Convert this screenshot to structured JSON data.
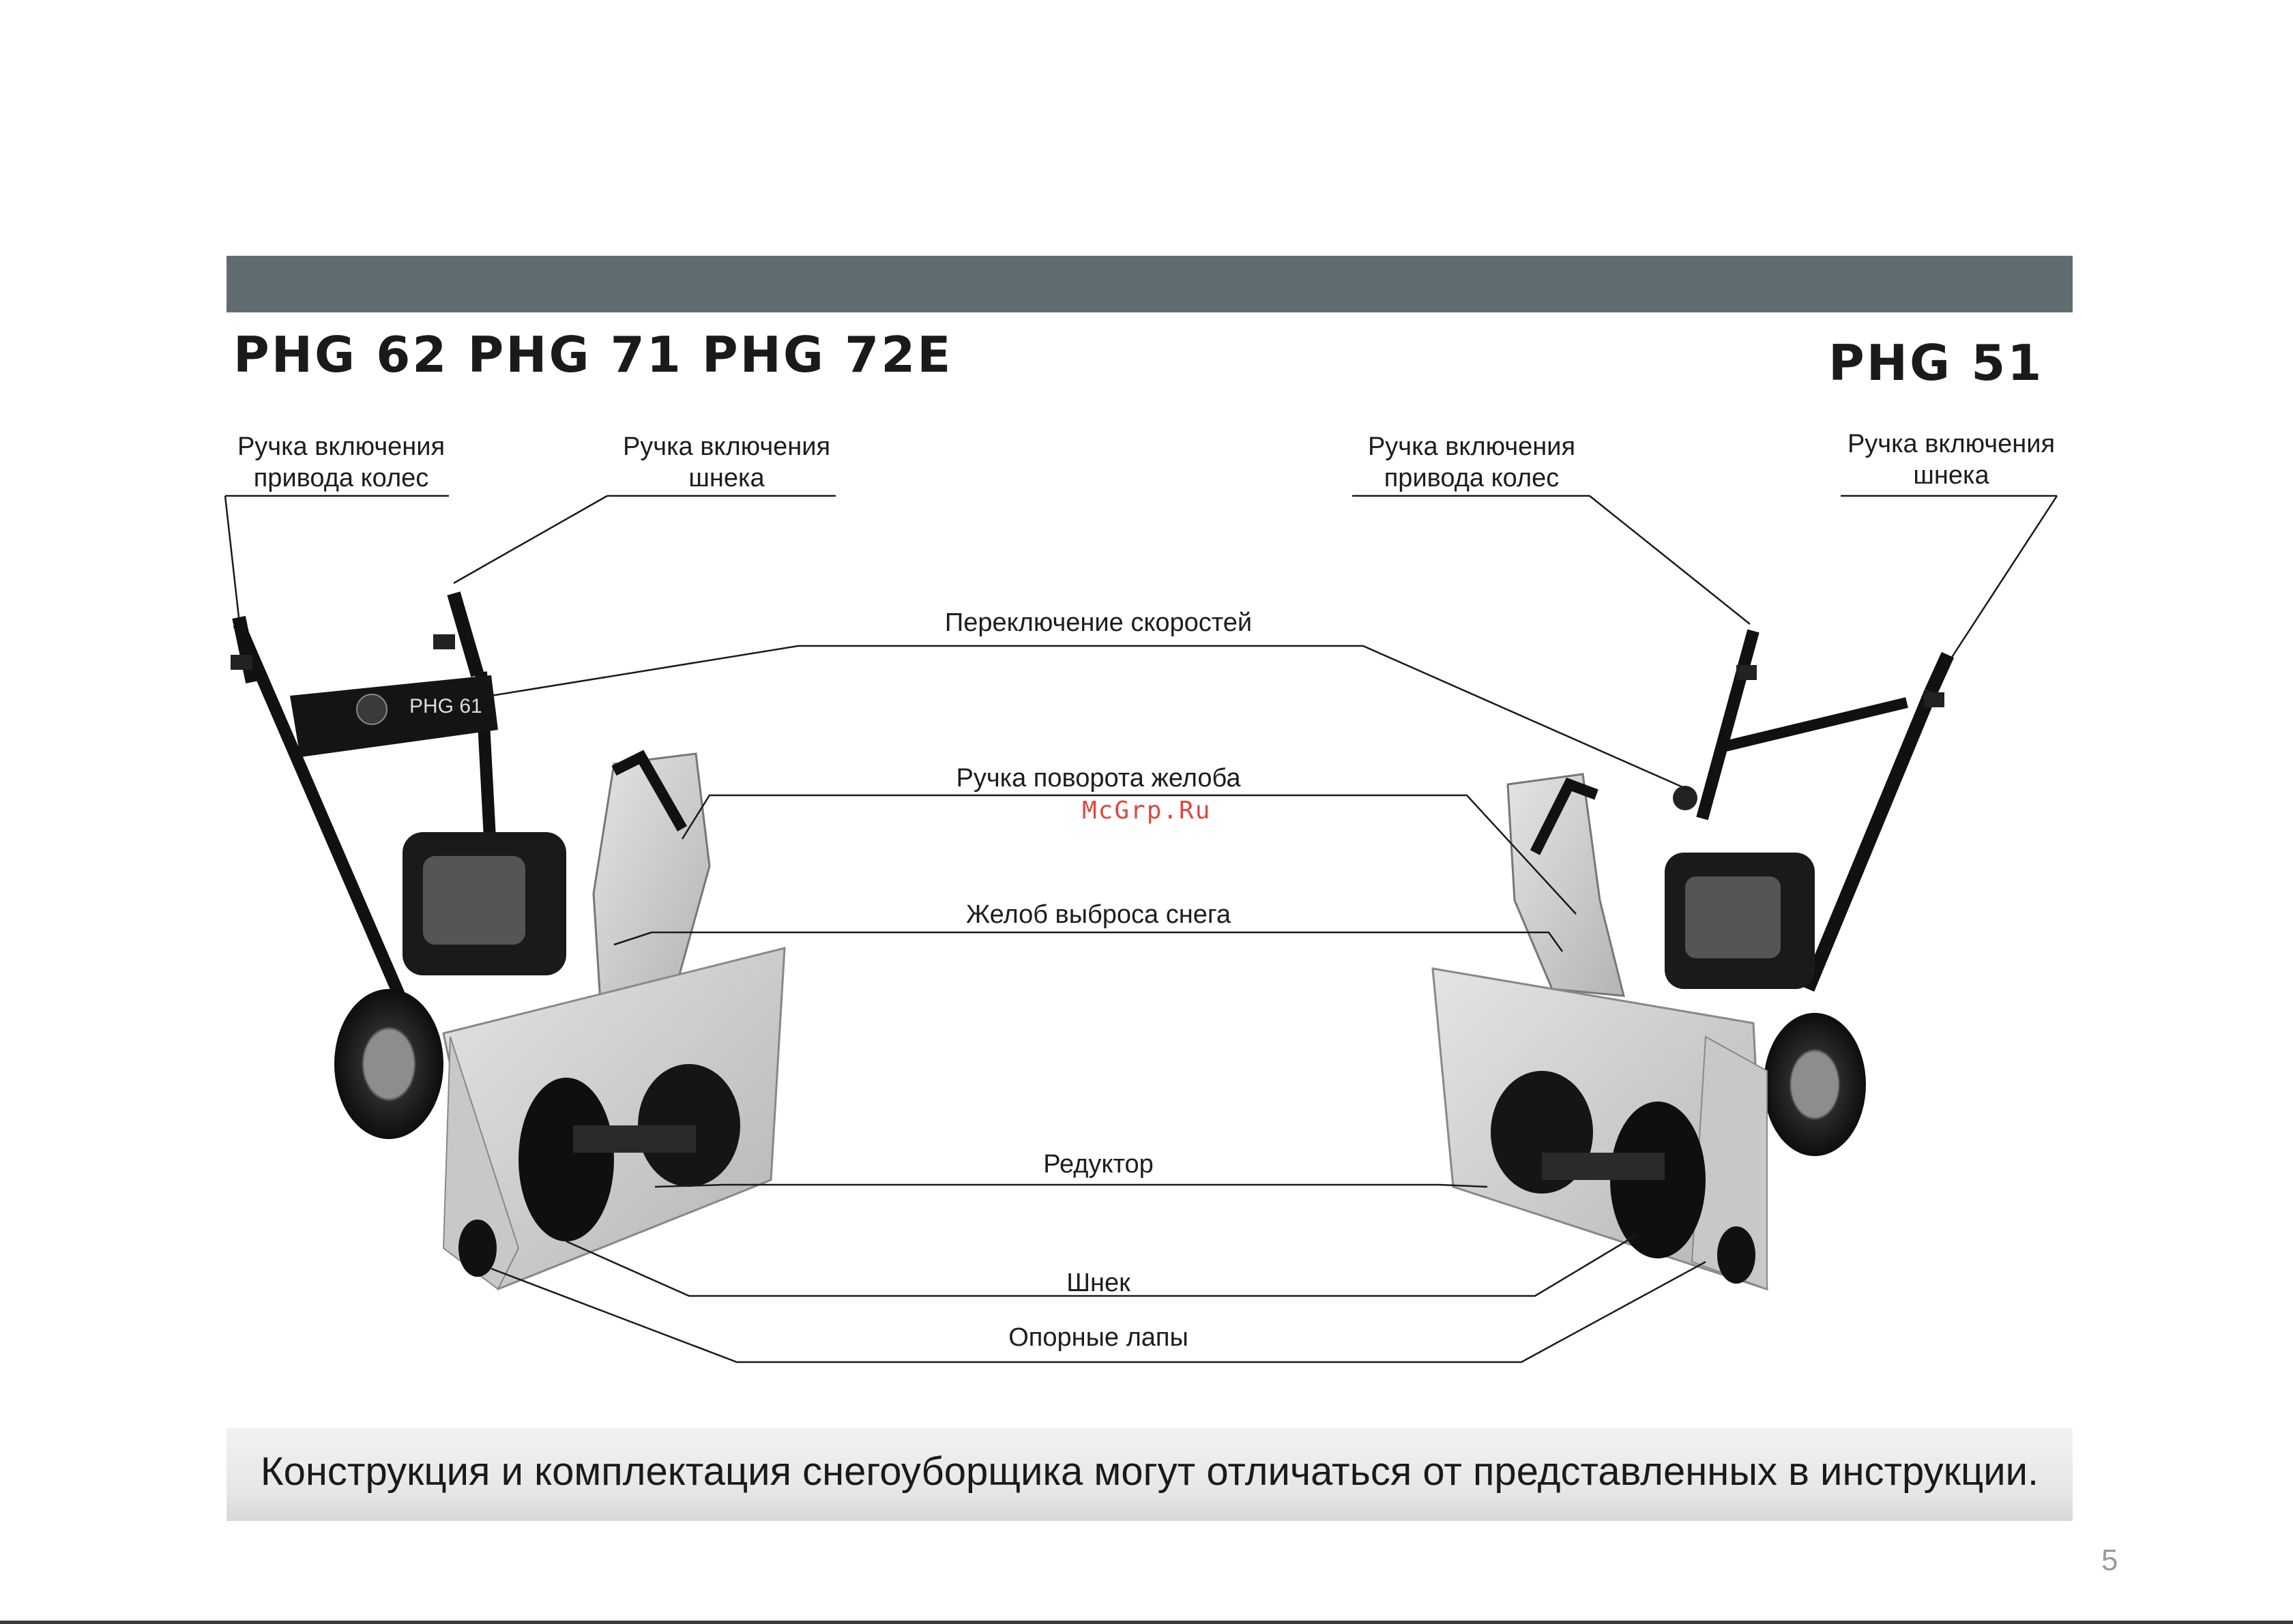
{
  "header": {
    "models_left": "PHG 62  PHG 71  PHG 72E",
    "models_right": "PHG 51"
  },
  "labels": {
    "wheel_drive_left": [
      "Ручка  включения",
      "привода колес"
    ],
    "auger_drive_left": [
      "Ручка включения",
      "шнека"
    ],
    "wheel_drive_right": [
      "Ручка  включения",
      "привода колес"
    ],
    "auger_drive_right": [
      "Ручка включения",
      "шнека"
    ],
    "speed_switch": "Переключение скоростей",
    "chute_handle": "Ручка поворота желоба",
    "chute": "Желоб выброса снега",
    "gearbox": "Редуктор",
    "auger": "Шнек",
    "skids": "Опорные лапы"
  },
  "machine_badge": "PHG 61",
  "watermark": "McGrp.Ru",
  "footer": {
    "note": "Конструкция  и комплектация снегоуборщика могут отличаться от представленных в инструкции."
  },
  "page_number": "5"
}
